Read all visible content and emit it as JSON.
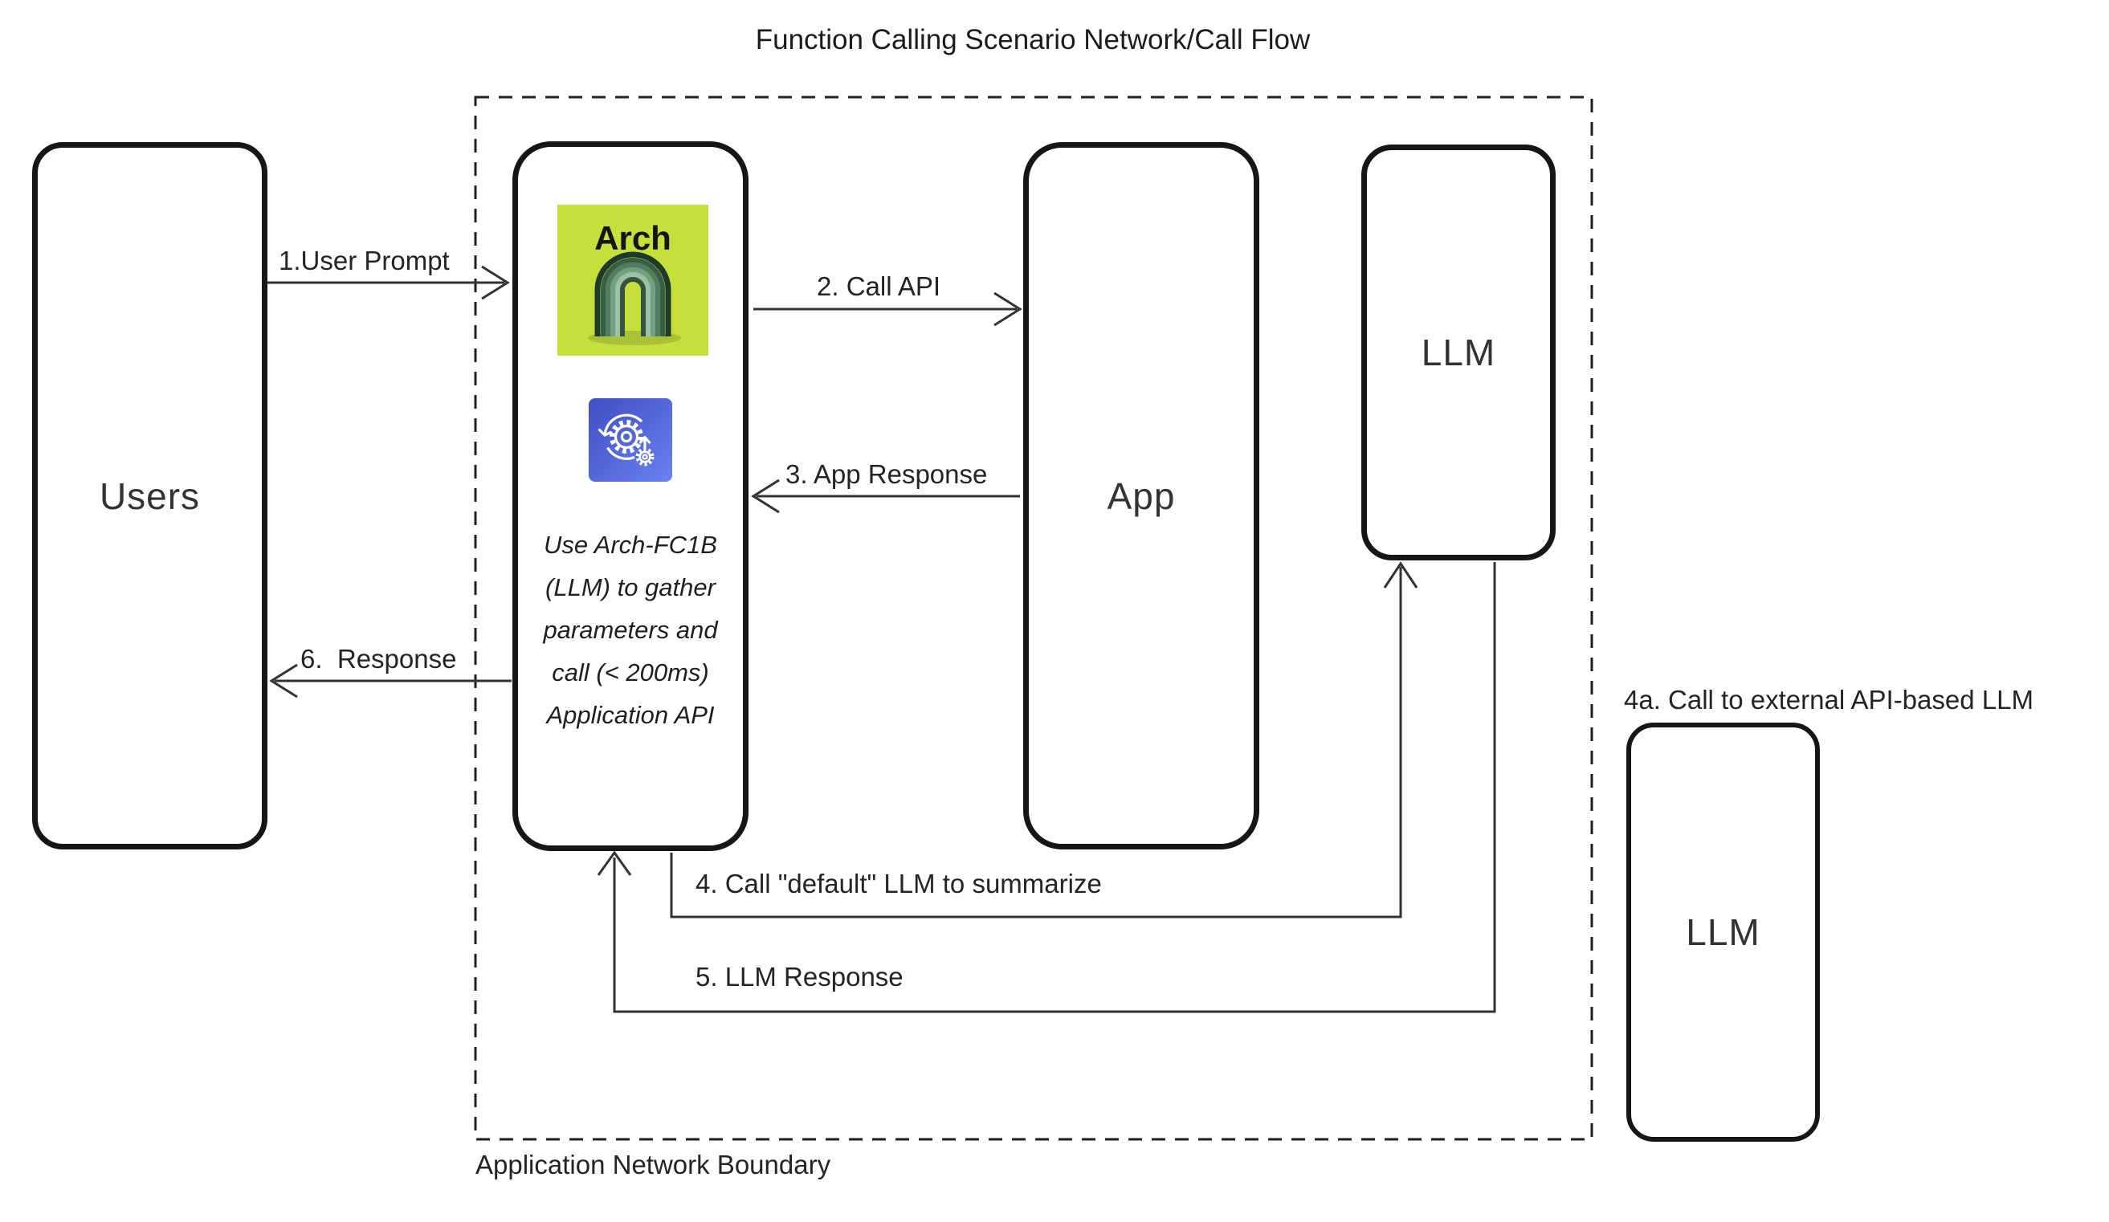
{
  "title": "Function Calling Scenario Network/Call Flow",
  "boundary": {
    "label": "Application Network Boundary"
  },
  "nodes": {
    "users": {
      "label": "Users"
    },
    "arch": {
      "logo_text": "Arch",
      "note_lines": [
        "Use Arch-FC1B",
        "(LLM) to gather",
        "parameters and",
        "call (< 200ms)",
        "Application API"
      ]
    },
    "app": {
      "label": "App"
    },
    "llm_internal": {
      "label": "LLM"
    },
    "llm_external": {
      "label": "LLM",
      "caption": "4a. Call to external API-based LLM"
    }
  },
  "edges": [
    {
      "id": "user-prompt",
      "label": "1.User Prompt"
    },
    {
      "id": "call-api",
      "label": "2. Call API"
    },
    {
      "id": "app-response",
      "label": "3. App Response"
    },
    {
      "id": "call-default-llm",
      "label": "4. Call \"default\" LLM to summarize"
    },
    {
      "id": "llm-response",
      "label": "5. LLM Response"
    },
    {
      "id": "response",
      "label": "6.  Response"
    }
  ],
  "icons": {
    "arch_logo": "arch-3d-ribbon-icon",
    "gears": "gears-sync-icon"
  },
  "colors": {
    "lime_logo_bg": "#c6df3b",
    "arch_green_dark": "#1d3a2a",
    "arch_green_light": "#c2dcc4",
    "gears_blue_start": "#3f4ec4",
    "gears_blue_end": "#6b82f0",
    "line": "#333333",
    "border": "#161616"
  }
}
